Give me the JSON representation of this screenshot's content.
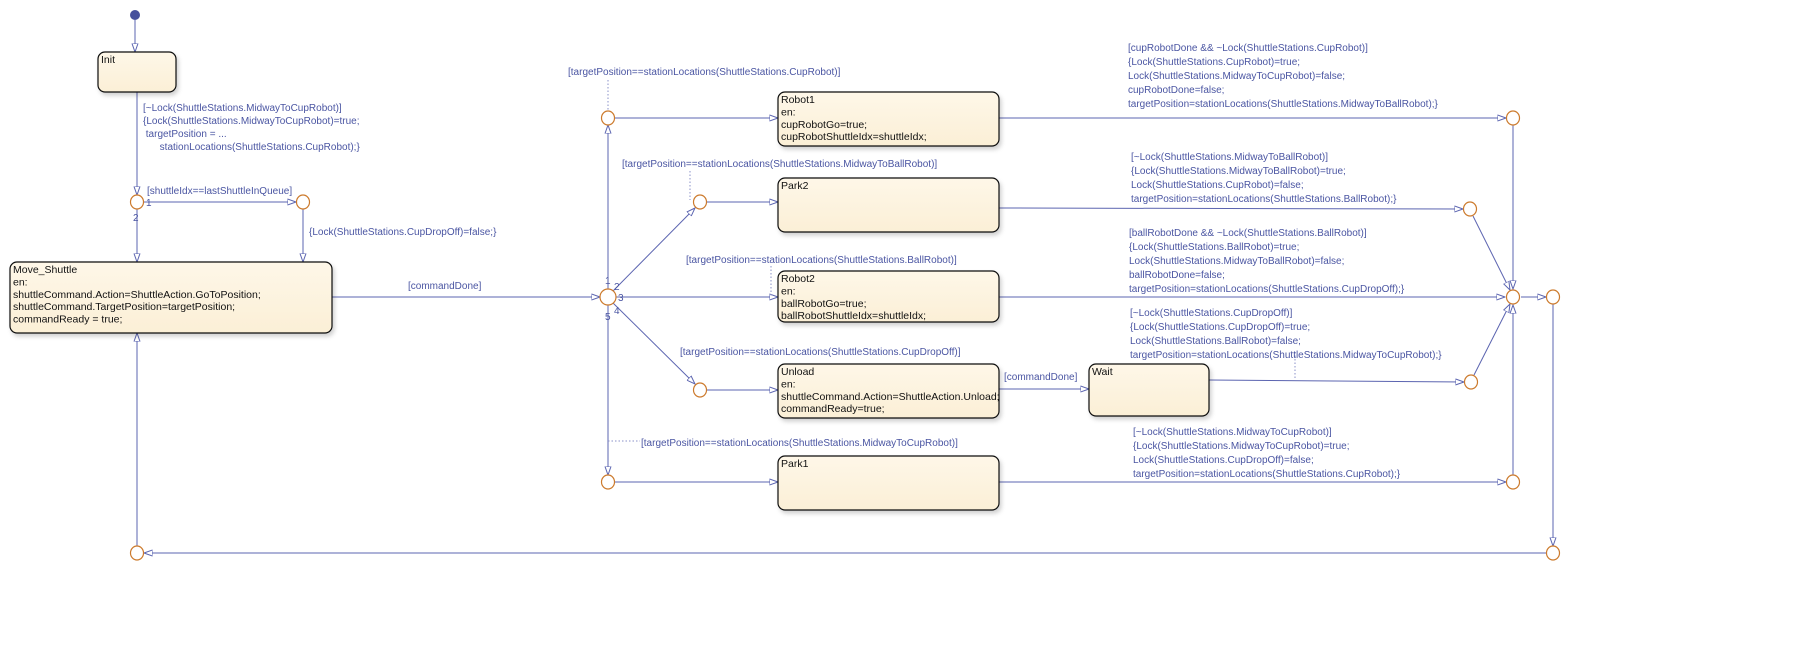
{
  "colors": {
    "transition": "#5b64b0",
    "label": "#4a55a2",
    "junction": "#cc7a2c",
    "state_fill": "#fdf3df",
    "state_border": "#111111"
  },
  "states": {
    "init": {
      "lines": [
        "Init"
      ]
    },
    "move_shuttle": {
      "lines": [
        "Move_Shuttle",
        "en:",
        "shuttleCommand.Action=ShuttleAction.GoToPosition;",
        "shuttleCommand.TargetPosition=targetPosition;",
        "commandReady = true;"
      ]
    },
    "robot1": {
      "lines": [
        "Robot1",
        "en:",
        "cupRobotGo=true;",
        "cupRobotShuttleIdx=shuttleIdx;"
      ]
    },
    "park2": {
      "lines": [
        "Park2"
      ]
    },
    "robot2": {
      "lines": [
        "Robot2",
        "en:",
        "ballRobotGo=true;",
        "ballRobotShuttleIdx=shuttleIdx;"
      ]
    },
    "unload": {
      "lines": [
        "Unload",
        "en:",
        "shuttleCommand.Action=ShuttleAction.Unload;",
        "commandReady=true;"
      ]
    },
    "wait": {
      "lines": [
        "Wait"
      ]
    },
    "park1": {
      "lines": [
        "Park1"
      ]
    }
  },
  "transitions": {
    "init_out": {
      "lines": [
        "[~Lock(ShuttleStations.MidwayToCupRobot)]",
        "{Lock(ShuttleStations.MidwayToCupRobot)=true;",
        " targetPosition = ...",
        "      stationLocations(ShuttleStations.CupRobot);}"
      ]
    },
    "last_shuttle": {
      "lines": [
        "[shuttleIdx==lastShuttleInQueue]"
      ]
    },
    "cup_dropoff_unlock": {
      "lines": [
        "{Lock(ShuttleStations.CupDropOff)=false;}"
      ]
    },
    "command_done_1": {
      "lines": [
        "[commandDone]"
      ]
    },
    "to_robot1": {
      "lines": [
        "[targetPosition==stationLocations(ShuttleStations.CupRobot)]"
      ]
    },
    "to_park2": {
      "lines": [
        "[targetPosition==stationLocations(ShuttleStations.MidwayToBallRobot)]"
      ]
    },
    "to_robot2": {
      "lines": [
        "[targetPosition==stationLocations(ShuttleStations.BallRobot)]"
      ]
    },
    "to_unload": {
      "lines": [
        "[targetPosition==stationLocations(ShuttleStations.CupDropOff)]"
      ]
    },
    "to_park1": {
      "lines": [
        "[targetPosition==stationLocations(ShuttleStations.MidwayToCupRobot)]"
      ]
    },
    "command_done_2": {
      "lines": [
        "[commandDone]"
      ]
    },
    "from_robot1": {
      "lines": [
        "[cupRobotDone && ~Lock(ShuttleStations.CupRobot)]",
        "{Lock(ShuttleStations.CupRobot)=true;",
        "Lock(ShuttleStations.MidwayToCupRobot)=false;",
        "cupRobotDone=false;",
        "targetPosition=stationLocations(ShuttleStations.MidwayToBallRobot);}"
      ]
    },
    "from_park2": {
      "lines": [
        "[~Lock(ShuttleStations.MidwayToBallRobot)]",
        "{Lock(ShuttleStations.MidwayToBallRobot)=true;",
        "Lock(ShuttleStations.CupRobot)=false;",
        "targetPosition=stationLocations(ShuttleStations.BallRobot);}"
      ]
    },
    "from_robot2": {
      "lines": [
        "[ballRobotDone && ~Lock(ShuttleStations.BallRobot)]",
        "{Lock(ShuttleStations.BallRobot)=true;",
        "Lock(ShuttleStations.MidwayToBallRobot)=false;",
        "ballRobotDone=false;",
        "targetPosition=stationLocations(ShuttleStations.CupDropOff);}"
      ]
    },
    "from_wait": {
      "lines": [
        "[~Lock(ShuttleStations.CupDropOff)]",
        "{Lock(ShuttleStations.CupDropOff)=true;",
        "Lock(ShuttleStations.BallRobot)=false;",
        "targetPosition=stationLocations(ShuttleStations.MidwayToCupRobot);}"
      ]
    },
    "from_park1": {
      "lines": [
        "[~Lock(ShuttleStations.MidwayToCupRobot)]",
        "{Lock(ShuttleStations.MidwayToCupRobot)=true;",
        "Lock(ShuttleStations.CupDropOff)=false;",
        "targetPosition=stationLocations(ShuttleStations.CupRobot);}"
      ]
    }
  },
  "execution_order": {
    "j1": [
      "1",
      "2"
    ],
    "hub": [
      "1",
      "2",
      "3",
      "4",
      "5"
    ]
  }
}
